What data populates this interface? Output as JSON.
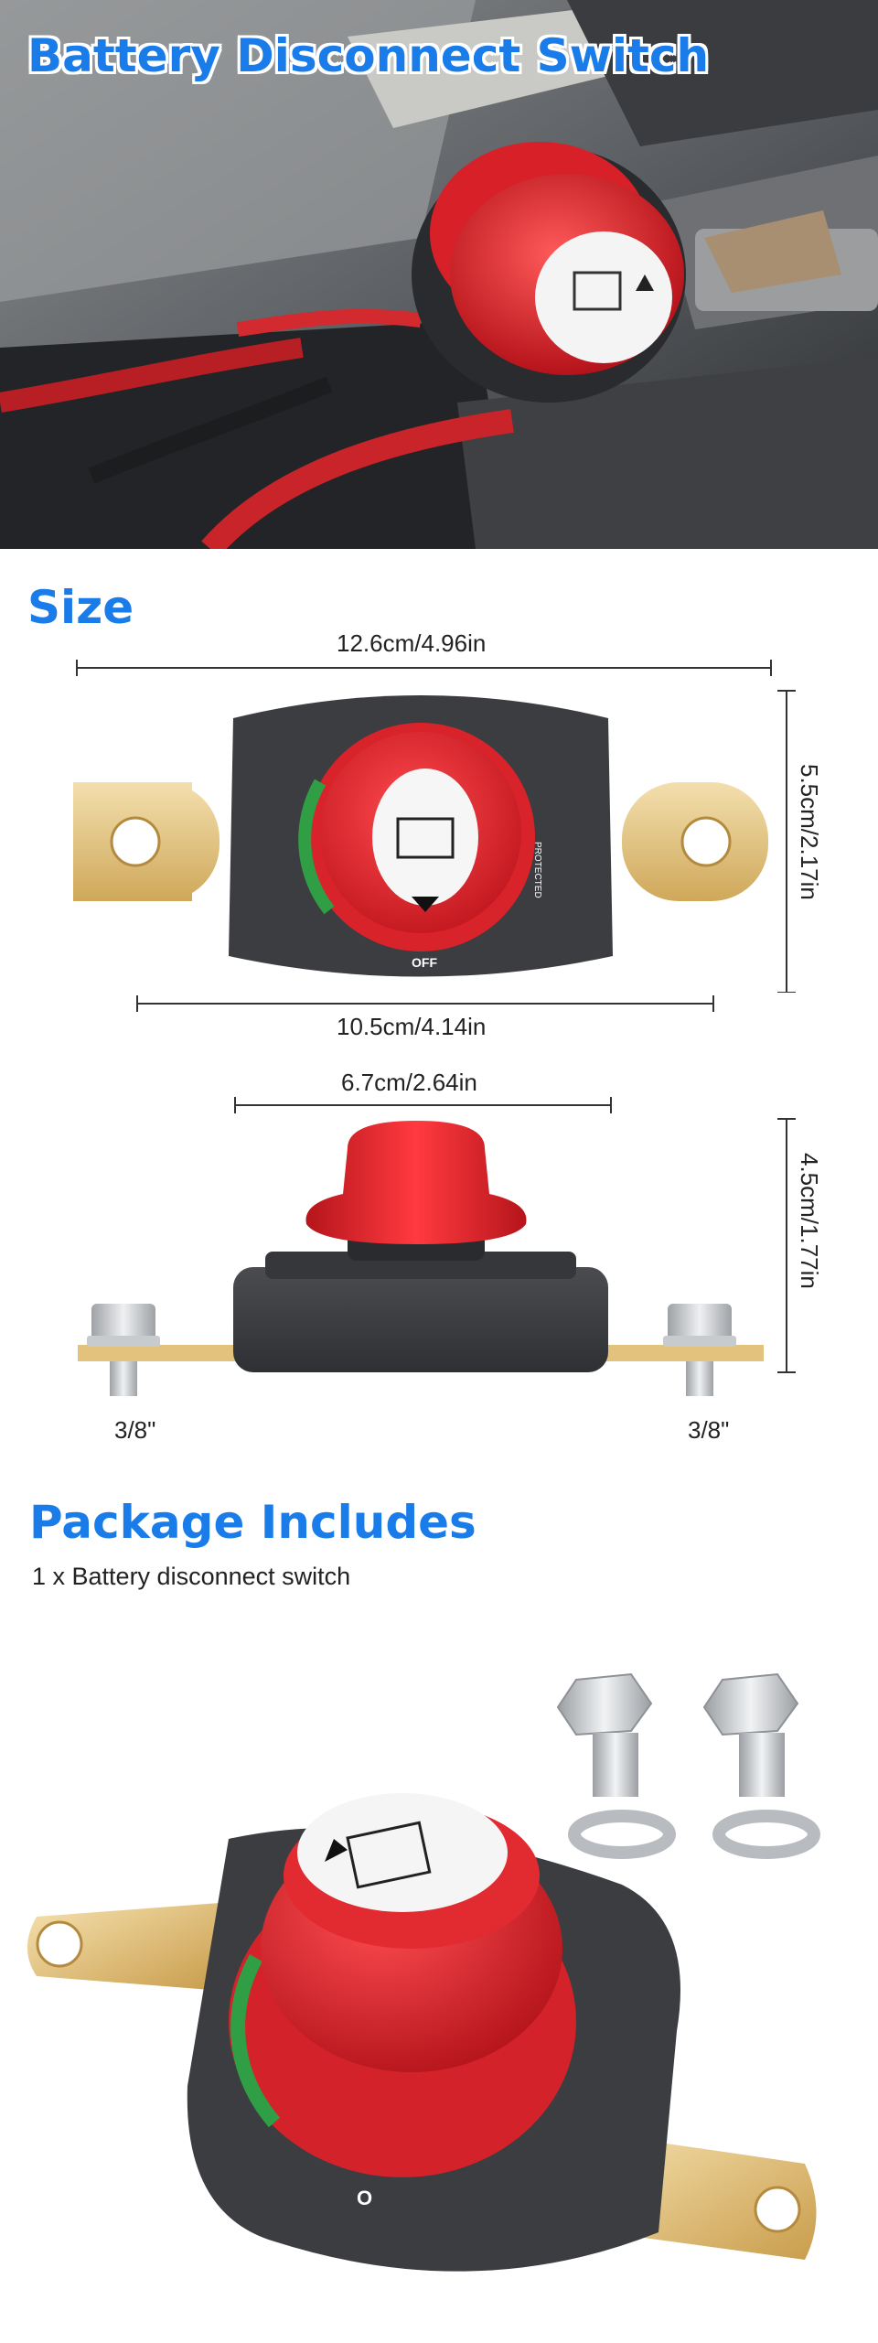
{
  "hero": {
    "title": "Battery Disconnect Switch"
  },
  "size": {
    "heading": "Size",
    "top_width": "12.6cm/4.96in",
    "top_height": "5.5cm/2.17in",
    "base_width": "10.5cm/4.14in",
    "knob_width": "6.7cm/2.64in",
    "side_height": "4.5cm/1.77in",
    "bolt_left": "3/8\"",
    "bolt_right": "3/8\"",
    "switch_mark": "PROTECTED",
    "switch_off": "OFF"
  },
  "package": {
    "heading": "Package Includes",
    "item": "1 x Battery disconnect switch"
  },
  "colors": {
    "heading_blue": "#1a7ce8",
    "switch_red": "#e2242b",
    "housing_gray": "#3b3d40",
    "brass": "#e6c98a"
  }
}
